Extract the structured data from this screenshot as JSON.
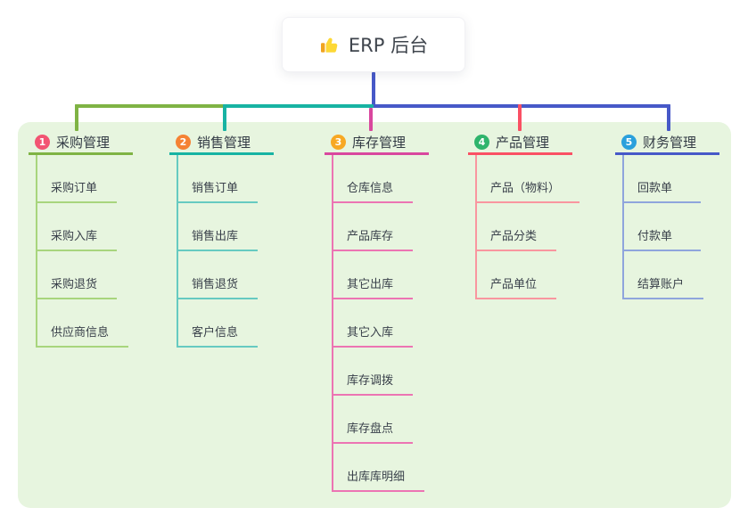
{
  "root": {
    "title": "ERP 后台",
    "icon": "thumbs-up-icon"
  },
  "colors": {
    "root_line": "#4759c8",
    "panel_bg": "#e7f5df",
    "icon_yellow": "#fdd835",
    "icon_cuff": "#f0a420"
  },
  "branches": [
    {
      "index": "1",
      "title": "采购管理",
      "badge_color": "#f25472",
      "line_color": "#7fb344",
      "child_line_color": "#a8d57d",
      "children": [
        "采购订单",
        "采购入库",
        "采购退货",
        "供应商信息"
      ]
    },
    {
      "index": "2",
      "title": "销售管理",
      "badge_color": "#f58234",
      "line_color": "#17b3a3",
      "child_line_color": "#66cac1",
      "children": [
        "销售订单",
        "销售出库",
        "销售退货",
        "客户信息"
      ]
    },
    {
      "index": "3",
      "title": "库存管理",
      "badge_color": "#f7a823",
      "line_color": "#d9479e",
      "child_line_color": "#ec74b3",
      "children": [
        "仓库信息",
        "产品库存",
        "其它出库",
        "其它入库",
        "库存调拨",
        "库存盘点",
        "出库库明细"
      ]
    },
    {
      "index": "4",
      "title": "产品管理",
      "badge_color": "#2fb46c",
      "line_color": "#fa5064",
      "child_line_color": "#f9969f",
      "children": [
        "产品（物料）",
        "产品分类",
        "产品单位"
      ]
    },
    {
      "index": "5",
      "title": "财务管理",
      "badge_color": "#2aa0dc",
      "line_color": "#4759c8",
      "child_line_color": "#8fa5dc",
      "children": [
        "回款单",
        "付款单",
        "结算账户"
      ]
    }
  ]
}
